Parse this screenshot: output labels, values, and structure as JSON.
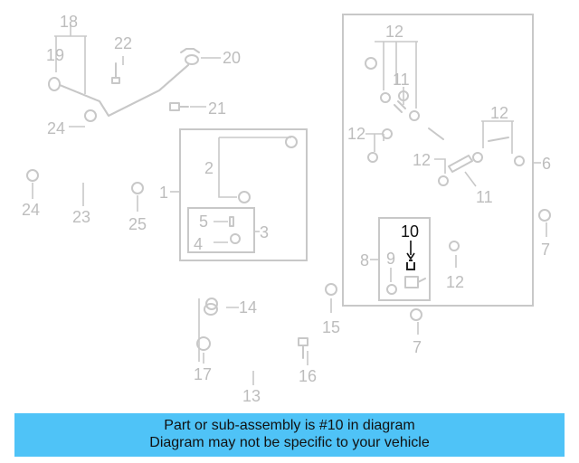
{
  "callouts": {
    "c1": "1",
    "c2": "2",
    "c3": "3",
    "c4": "4",
    "c5": "5",
    "c6": "6",
    "c7a": "7",
    "c7b": "7",
    "c8": "8",
    "c9": "9",
    "c10": "10",
    "c11a": "11",
    "c11b": "11",
    "c12a": "12",
    "c12b": "12",
    "c12c": "12",
    "c12d": "12",
    "c12e": "12",
    "c13": "13",
    "c14": "14",
    "c15": "15",
    "c16": "16",
    "c17": "17",
    "c18": "18",
    "c19": "19",
    "c20": "20",
    "c21": "21",
    "c22": "22",
    "c23": "23",
    "c24a": "24",
    "c24b": "24",
    "c25": "25"
  },
  "highlight": {
    "part_number": "10",
    "color": "#111111"
  },
  "colors": {
    "diagram_gray": "#c8c8c8",
    "banner_blue": "#4fc3f7"
  },
  "banner": {
    "line1": "Part or sub-assembly is #10 in diagram",
    "line2": "Diagram may not be specific to your vehicle"
  }
}
